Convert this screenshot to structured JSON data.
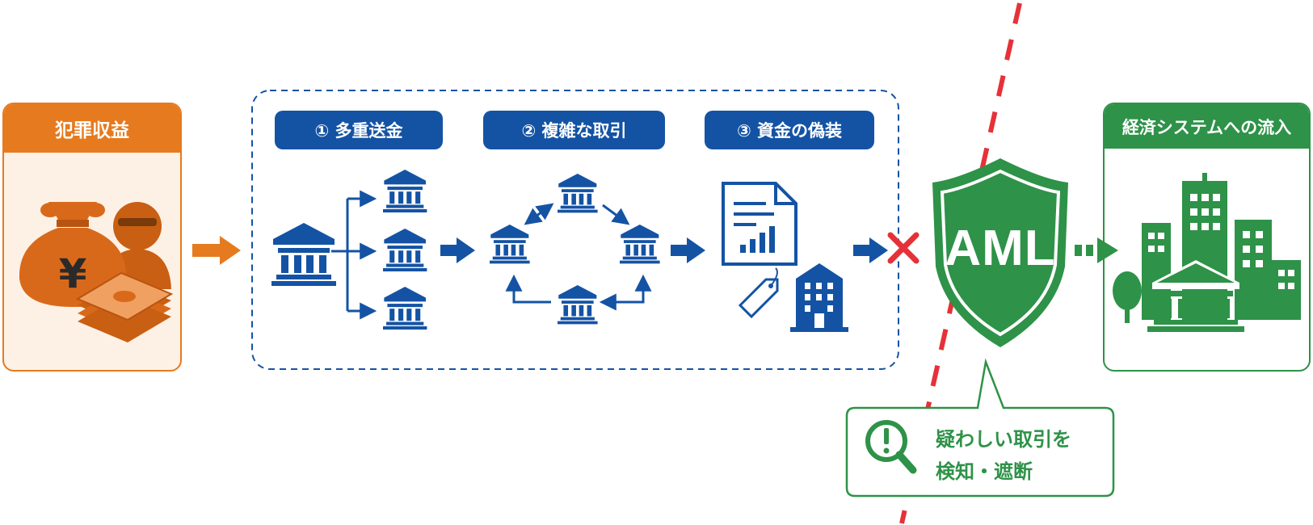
{
  "left_card": {
    "title": "犯罪収益",
    "icons": [
      "money-bag-icon",
      "criminal-icon",
      "cash-stack-icon"
    ]
  },
  "steps": [
    {
      "label": "① 多重送金",
      "icon": "bank-icon"
    },
    {
      "label": "② 複雑な取引",
      "icon": "bank-icon"
    },
    {
      "label": "③ 資金の偽装",
      "icons": [
        "document-chart-icon",
        "price-tag-icon",
        "building-icon"
      ]
    }
  ],
  "shield": {
    "label": "AML",
    "icon": "shield-icon"
  },
  "callout": {
    "line1": "疑わしい取引を",
    "line2": "検知・遮断",
    "icon": "search-alert-icon"
  },
  "right_card": {
    "title": "経済システムへの流入",
    "icons": [
      "city-buildings-icon",
      "tree-icon",
      "bank-icon"
    ]
  },
  "colors": {
    "orange": "#e67a1e",
    "orange_light": "#fdf1e6",
    "blue": "#1453a4",
    "green": "#2e9248",
    "red": "#e53238"
  }
}
